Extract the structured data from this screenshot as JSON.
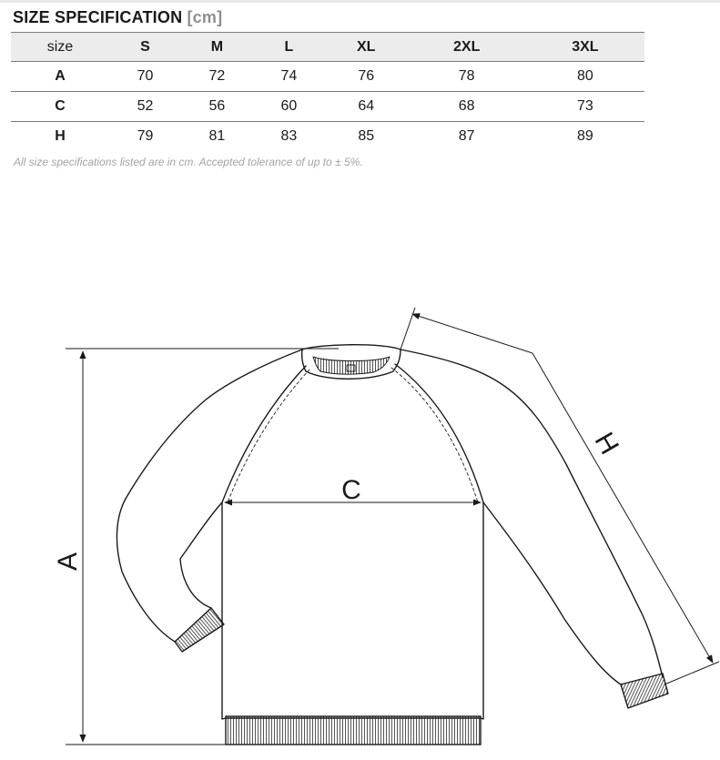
{
  "title": {
    "main": "SIZE SPECIFICATION",
    "unit": "[cm]"
  },
  "table": {
    "header": [
      "size",
      "S",
      "M",
      "L",
      "XL",
      "2XL",
      "3XL"
    ],
    "rows": [
      {
        "label": "A",
        "values": [
          "70",
          "72",
          "74",
          "76",
          "78",
          "80"
        ]
      },
      {
        "label": "C",
        "values": [
          "52",
          "56",
          "60",
          "64",
          "68",
          "73"
        ]
      },
      {
        "label": "H",
        "values": [
          "79",
          "81",
          "83",
          "85",
          "87",
          "89"
        ]
      }
    ]
  },
  "note": "All size specifications listed are in cm. Accepted tolerance of up to ± 5%.",
  "diagram": {
    "labels": {
      "length": "A",
      "chest": "C",
      "sleeve": "H"
    },
    "colors": {
      "line": "#1a1a1a",
      "background": "#ffffff",
      "header_bg": "#ececec"
    }
  }
}
